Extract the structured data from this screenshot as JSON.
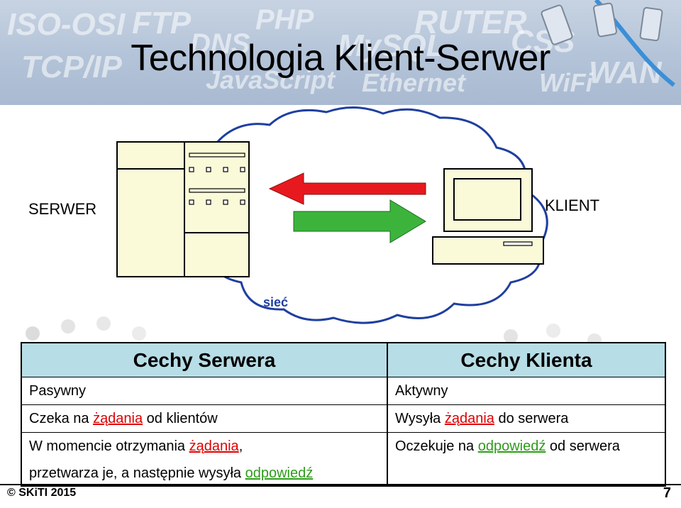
{
  "title": "Technologia Klient-Serwer",
  "banner_words": [
    "ISO-OSI",
    "FTP",
    "DNS",
    "PHP",
    "MySQL",
    "RUTER",
    "CSS",
    "WAN",
    "JavaScript",
    "Ethernet",
    "WiFi",
    "TCP/IP"
  ],
  "diagram": {
    "server_label": "SERWER",
    "client_label": "KLIENT",
    "network_label": "sieć",
    "colors": {
      "request_arrow": "#e8191e",
      "response_arrow": "#3cb43c",
      "accent": "#1f3fa0"
    }
  },
  "server_features": {
    "header": "Cechy Serwera",
    "rows": [
      [
        "Pasywny"
      ],
      [
        "Czeka na ",
        "żądania",
        " od klientów"
      ],
      [
        "W momencie otrzymania ",
        "żądania",
        ","
      ]
    ],
    "last_row": [
      "przetwarza je, a następnie wysyła ",
      "odpowiedź"
    ]
  },
  "client_features": {
    "header": "Cechy Klienta",
    "rows": [
      [
        "Aktywny"
      ],
      [
        "Wysyła ",
        "żądania",
        " do serwera"
      ],
      [
        "Oczekuje na ",
        "odpowiedź",
        " od serwera"
      ]
    ]
  },
  "footer": {
    "copyright": "SKiTI 2015",
    "page": "7"
  }
}
